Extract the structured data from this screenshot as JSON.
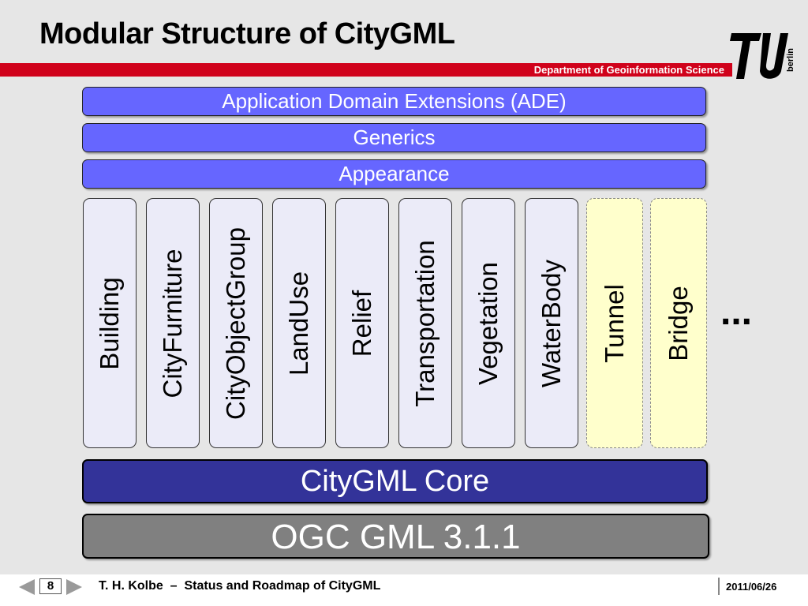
{
  "header": {
    "title": "Modular Structure of CityGML",
    "department": "Department of Geoinformation Science",
    "logo_text": "berlin"
  },
  "layers": {
    "ade": "Application Domain Extensions (ADE)",
    "generics": "Generics",
    "appearance": "Appearance"
  },
  "modules": [
    {
      "label": "Building"
    },
    {
      "label": "CityFurniture"
    },
    {
      "label": "CityObjectGroup"
    },
    {
      "label": "LandUse"
    },
    {
      "label": "Relief"
    },
    {
      "label": "Transportation"
    },
    {
      "label": "Vegetation"
    },
    {
      "label": "WaterBody"
    },
    {
      "label": "Tunnel"
    },
    {
      "label": "Bridge"
    }
  ],
  "ellipsis": "...",
  "core": "CityGML Core",
  "base": "OGC GML 3.1.1",
  "footer": {
    "page": "8",
    "text": "T. H. Kolbe  –  Status and Roadmap of CityGML",
    "date": "2011/06/26"
  },
  "colors": {
    "accent_red": "#d0021b",
    "layer_blue": "#6666ff",
    "core_blue": "#333399",
    "gml_gray": "#808080",
    "new_module_yellow": "#ffffcc"
  }
}
